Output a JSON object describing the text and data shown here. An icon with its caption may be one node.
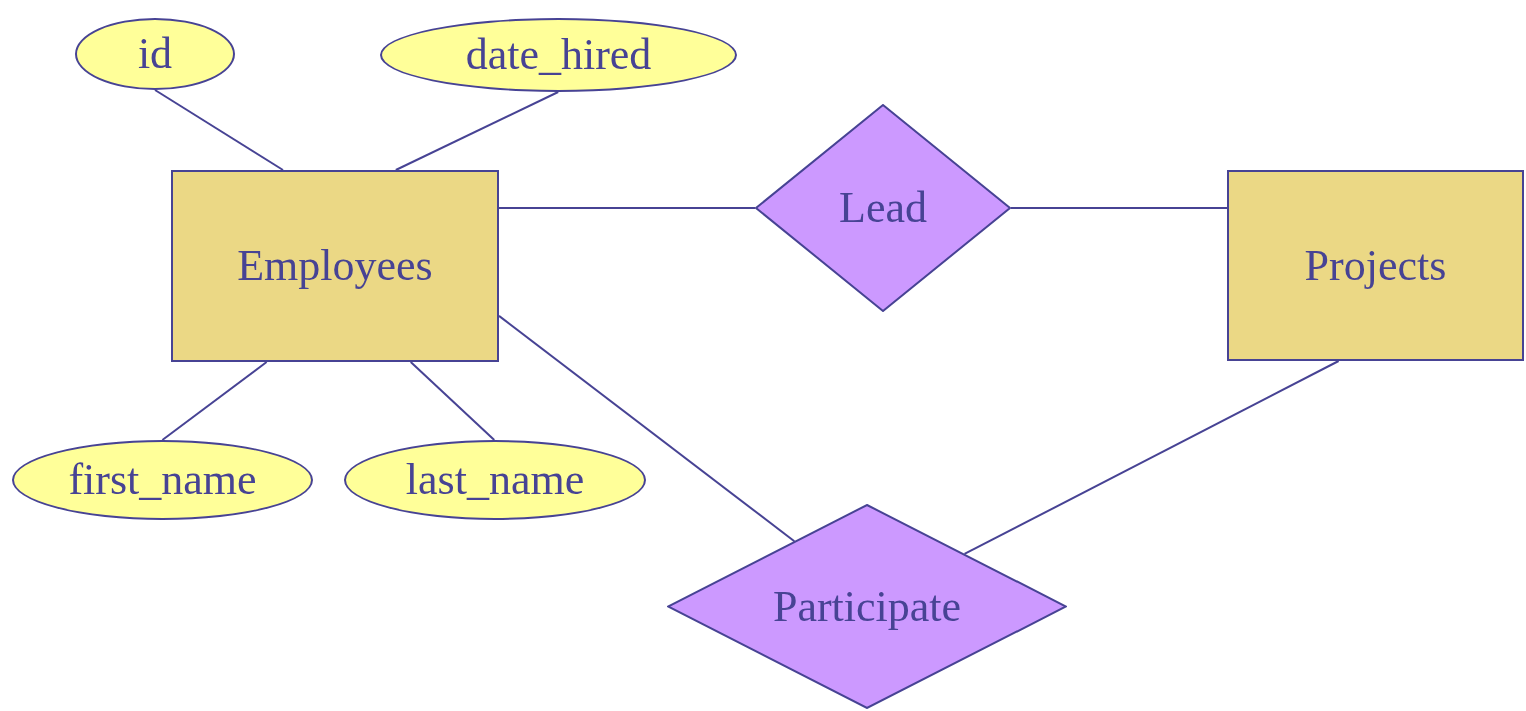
{
  "diagram": {
    "nodes": [
      {
        "text": [
          "id"
        ]
      },
      {
        "text": [
          "date_hired"
        ]
      },
      {
        "text": [
          "Employees"
        ]
      },
      {
        "text": [
          "Lead"
        ]
      },
      {
        "text": [
          "Projects"
        ]
      },
      {
        "text": [
          "first_name"
        ]
      },
      {
        "text": [
          "last_name"
        ]
      },
      {
        "text": [
          "Participate"
        ]
      }
    ],
    "edges": [
      {
        "from": 0,
        "to": 2,
        "arrow": "none"
      },
      {
        "from": 1,
        "to": 2,
        "arrow": "none"
      },
      {
        "from": 2,
        "to": 3,
        "arrow": "none"
      },
      {
        "from": 3,
        "to": 4,
        "arrow": "none"
      },
      {
        "from": 2,
        "to": 5,
        "arrow": "none"
      },
      {
        "from": 2,
        "to": 6,
        "arrow": "none"
      },
      {
        "from": 2,
        "to": 7,
        "arrow": "none"
      },
      {
        "from": 4,
        "to": 7,
        "arrow": "none"
      }
    ]
  }
}
